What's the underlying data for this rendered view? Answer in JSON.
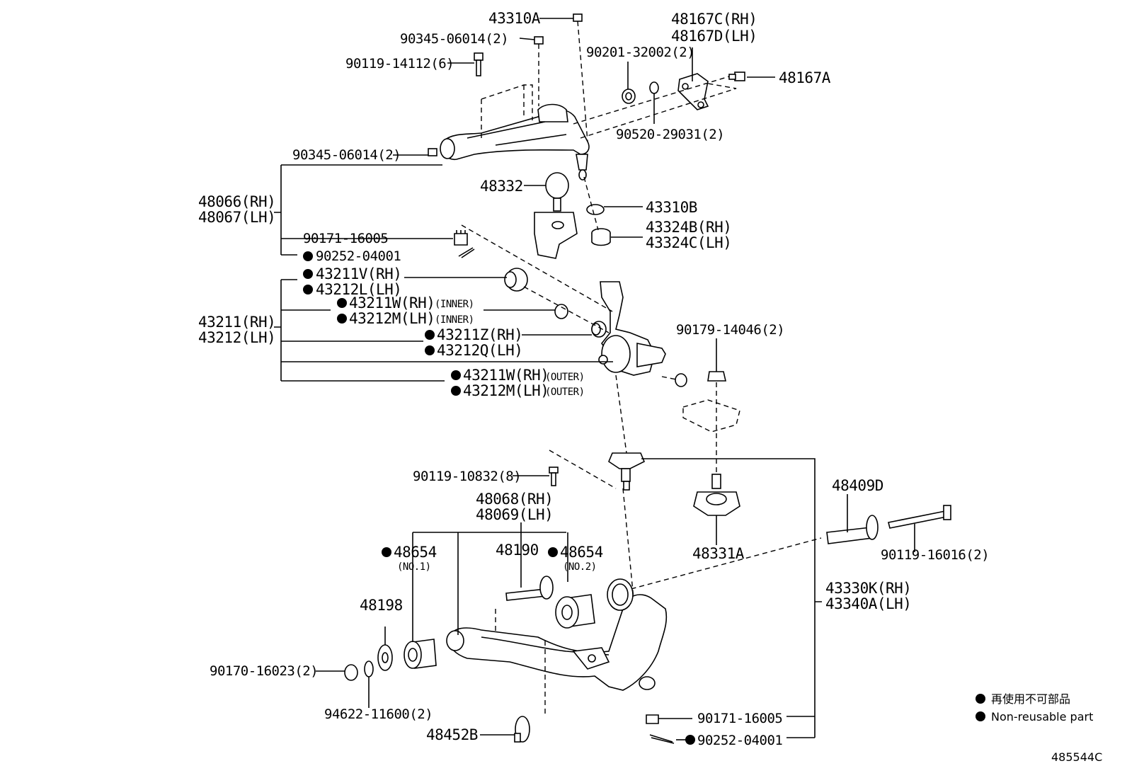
{
  "diagram": {
    "labels": {
      "p43310A": "43310A",
      "p90345_top": "90345-06014(2)",
      "p90119_14112": "90119-14112(6)",
      "p48167C": "48167C(RH)",
      "p48167D": "48167D(LH)",
      "p90201": "90201-32002(2)",
      "p48167A": "48167A",
      "p90520": "90520-29031(2)",
      "p90345_mid": "90345-06014(2)",
      "p48066": "48066(RH)",
      "p48067": "48067(LH)",
      "p48332": "48332",
      "p43310B": "43310B",
      "p43324B": "43324B(RH)",
      "p43324C": "43324C(LH)",
      "p90171_top": "90171-16005",
      "p90252_top": "90252-04001",
      "p43211V": "43211V(RH)",
      "p43212L": "43212L(LH)",
      "p43211W_in": "43211W(RH)",
      "p43212M_in": "43212M(LH)",
      "inner1": "(INNER)",
      "inner2": "(INNER)",
      "p43211": "43211(RH)",
      "p43212": "43212(LH)",
      "p43211Z": "43211Z(RH)",
      "p43212Q": "43212Q(LH)",
      "p43211W_out": "43211W(RH)",
      "p43212M_out": "43212M(LH)",
      "outer1": "(OUTER)",
      "outer2": "(OUTER)",
      "p90179": "90179-14046(2)",
      "p90119_10832": "90119-10832(8)",
      "p48068": "48068(RH)",
      "p48069": "48069(LH)",
      "p48409D": "48409D",
      "p48654_1": "48654",
      "no1": "(NO.1)",
      "p48190": "48190",
      "p48654_2": "48654",
      "no2": "(NO.2)",
      "p48331A": "48331A",
      "p90119_16016": "90119-16016(2)",
      "p48198": "48198",
      "p43330K": "43330K(RH)",
      "p43340A": "43340A(LH)",
      "p90170": "90170-16023(2)",
      "p94622": "94622-11600(2)",
      "p90171_bot": "90171-16005",
      "p48452B": "48452B",
      "p90252_bot": "90252-04001"
    },
    "legend": {
      "jp": "再使用不可部品",
      "en": "Non-reusable part"
    },
    "figure_code": "485544C"
  }
}
